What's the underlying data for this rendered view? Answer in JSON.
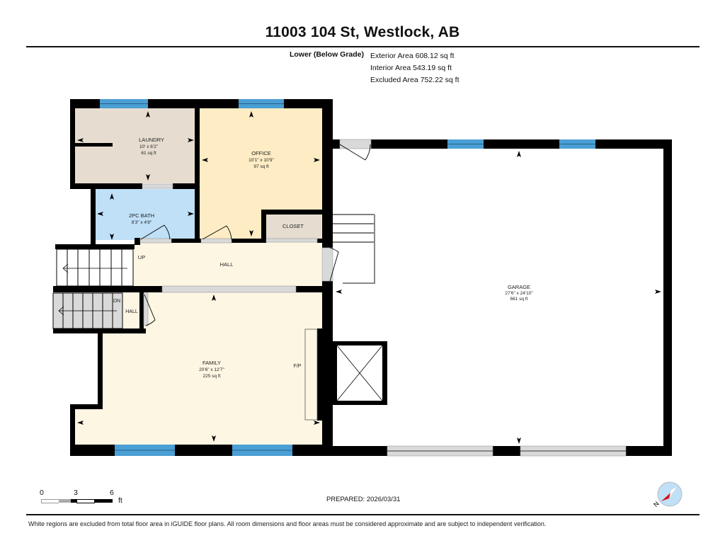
{
  "header": {
    "title": "11003 104 St, Westlock, AB",
    "floor_label": "Lower (Below Grade)",
    "exterior_area": "Exterior Area 608.12 sq ft",
    "interior_area": "Interior Area 543.19 sq ft",
    "excluded_area": "Excluded Area 752.22 sq ft"
  },
  "rooms": {
    "laundry": {
      "name": "LAUNDRY",
      "dims": "10' x 6'2\"",
      "area": "61 sq ft",
      "color": "#e6ddd0"
    },
    "office": {
      "name": "OFFICE",
      "dims": "10'1\" x 10'9\"",
      "area": "97 sq ft",
      "color": "#fdecc4"
    },
    "bath": {
      "name": "2PC BATH",
      "dims": "8'3\" x 4'8\"",
      "area": "",
      "color": "#bfe0f7"
    },
    "closet": {
      "name": "CLOSET",
      "color": "#e6ddd0"
    },
    "hall_upper": {
      "name": "HALL",
      "color": "#fdf6e3"
    },
    "hall_lower": {
      "name": "HALL",
      "color": "#fdf6e3"
    },
    "family": {
      "name": "FAMILY",
      "dims": "20'6\" x 12'7\"",
      "area": "225 sq ft",
      "color": "#fdf6e3"
    },
    "garage": {
      "name": "GARAGE",
      "dims": "27'6\" x 24'10\"",
      "area": "661 sq ft",
      "color": "#ffffff"
    }
  },
  "labels": {
    "stairs_up": "UP",
    "stairs_down": "DN",
    "fireplace": "F/P"
  },
  "colors": {
    "wall": "#000000",
    "window": "#4a9fd4",
    "door_opening": "#d9d9d9"
  },
  "scale_bar": {
    "ticks": [
      "0",
      "3",
      "6"
    ],
    "unit": "ft"
  },
  "footer": {
    "prepared": "PREPARED: 2026/03/31",
    "disclaimer": "White regions are excluded from total floor area in iGUIDE floor plans. All room dimensions and floor areas must be considered approximate and are subject to independent verification.",
    "compass_label": "N"
  }
}
